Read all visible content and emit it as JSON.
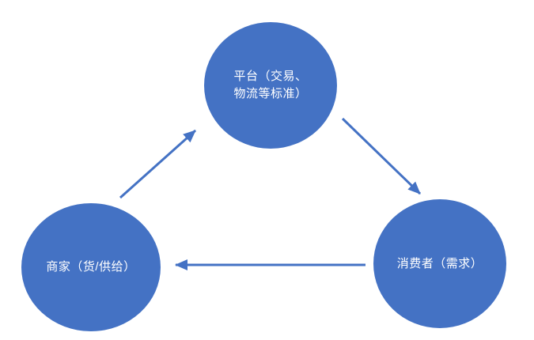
{
  "diagram": {
    "colors": {
      "background": "#ffffff",
      "node_fill": "#4472c4",
      "node_text": "#ffffff",
      "arrow": "#4472c4"
    },
    "nodes": [
      {
        "id": "platform",
        "lines": [
          "平台（交易、",
          "物流等标准）"
        ]
      },
      {
        "id": "merchant",
        "label": "商家（货/供给）"
      },
      {
        "id": "consumer",
        "label": "消费者（需求）"
      }
    ],
    "edges": [
      {
        "from": "merchant",
        "to": "platform"
      },
      {
        "from": "platform",
        "to": "consumer"
      },
      {
        "from": "consumer",
        "to": "merchant"
      }
    ]
  }
}
